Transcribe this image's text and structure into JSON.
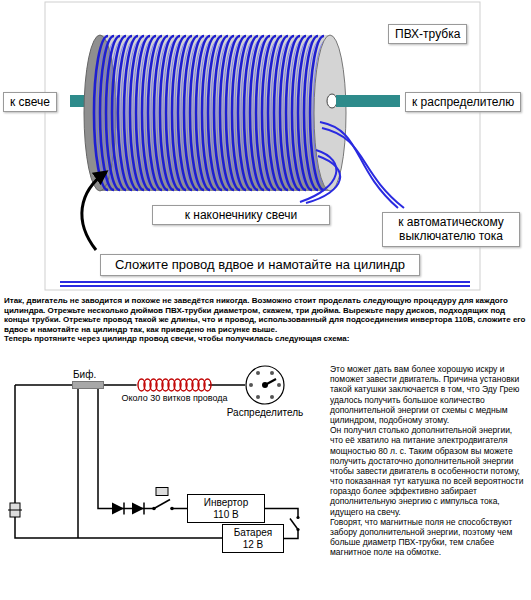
{
  "diagram": {
    "nodes": [
      {
        "text": [
          "ПВХ-трубка"
        ]
      },
      {
        "text": [
          "к свече"
        ]
      },
      {
        "text": [
          "к распределителю"
        ]
      },
      {
        "text": [
          "к наконечнику свечи"
        ]
      },
      {
        "text": [
          "к автоматическому выключателю тока"
        ]
      },
      {
        "text": [
          "Сложите провод вдвое и намотайте на цилиндр"
        ]
      },
      {
        "text": [
          "Биф."
        ]
      },
      {
        "text": [
          "Распределитель"
        ]
      },
      {
        "text": [
          "Инвертор 110 В"
        ]
      },
      {
        "text": [
          "Батарея 12 В"
        ]
      }
    ],
    "edges": [
      {
        "from": 6,
        "to": 7,
        "arrow": "none",
        "label": "Около 30 витков провода"
      },
      {
        "from": 6,
        "to": 8,
        "arrow": "none"
      },
      {
        "from": 8,
        "to": 9,
        "arrow": "none"
      }
    ],
    "labels": [
      "Итак, двигатель не заводится и похоже не заведётся никогда. Возможно стоит проделать следующую процедуру для каждого цилиндра. Отрежьте несколько дюймов ПВХ-трубки диаметром, скажем, три дюйма. Вырежьте пару дисков, подходящих под концы трубки. Отрежьте провод такой же длины, что и провод, использованный для подсоединения инвертора 110В, сложите его вдвое и намотайте на цилиндр так, как приведено на рисунке выше.",
      "Теперь протяните через цилиндр провод свечи, чтобы получилась следующая схема:",
      "Это может дать вам более хорошую искру и поможет завести двигатель. Причина установки такой катушки заключается в том, что Эду Грею удалось получить большое количество дополнительной энергии от схемы с медным цилиндром, подобному этому.",
      "Он получил столько дополнительной энергии, что её хватило на питание электродвигателя мощностью 80 л. с. Таким образом вы можете получить достаточно дополнительной энергии чтобы завести двигатель в особенности потому, что показанная тут катушка по всей вероятности гораздо более эффективно забирает дополнительную энергию с импульса тока, идущего на свечу.",
      "Говорят, что магнитные поля не способствуют забору дополнительной энергии, поэтому чем больше диаметр ПВХ-трубки, тем слабее магнитное поле на обмотке."
    ]
  }
}
